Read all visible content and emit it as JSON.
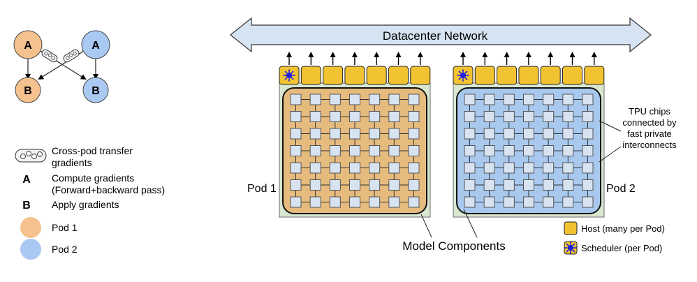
{
  "network": {
    "label": "Datacenter Network"
  },
  "pods": [
    {
      "label": "Pod 1",
      "fill": "#e6bb7e",
      "border": "#222222"
    },
    {
      "label": "Pod 2",
      "fill": "#a8c8ee",
      "border": "#222222"
    }
  ],
  "annotations": {
    "tpu": [
      "TPU chips",
      "connected by",
      "fast private",
      "interconnects"
    ],
    "model_components": "Model Components"
  },
  "flow_diagram": {
    "node_a": "A",
    "node_b": "B"
  },
  "legend": {
    "transfer": [
      "Cross-pod transfer",
      "gradients"
    ],
    "a_key": "A",
    "a_text": [
      "Compute gradients",
      "(Forward+backward pass)"
    ],
    "b_key": "B",
    "b_text": "Apply gradients",
    "pod1": "Pod 1",
    "pod2": "Pod 2",
    "host": "Host (many per Pod)",
    "scheduler": "Scheduler (per Pod)"
  },
  "colors": {
    "pod1": "#f5c28f",
    "pod2": "#a9c9f3",
    "host": "#f1c232",
    "scheduler_sun": "#1f1fe0",
    "chip": "#d7e3f1",
    "network_fill": "#d6e3f2",
    "pod_panel": "#d9e6d0"
  },
  "grid": {
    "rows": 7,
    "cols": 7
  },
  "hosts_per_pod": 7
}
